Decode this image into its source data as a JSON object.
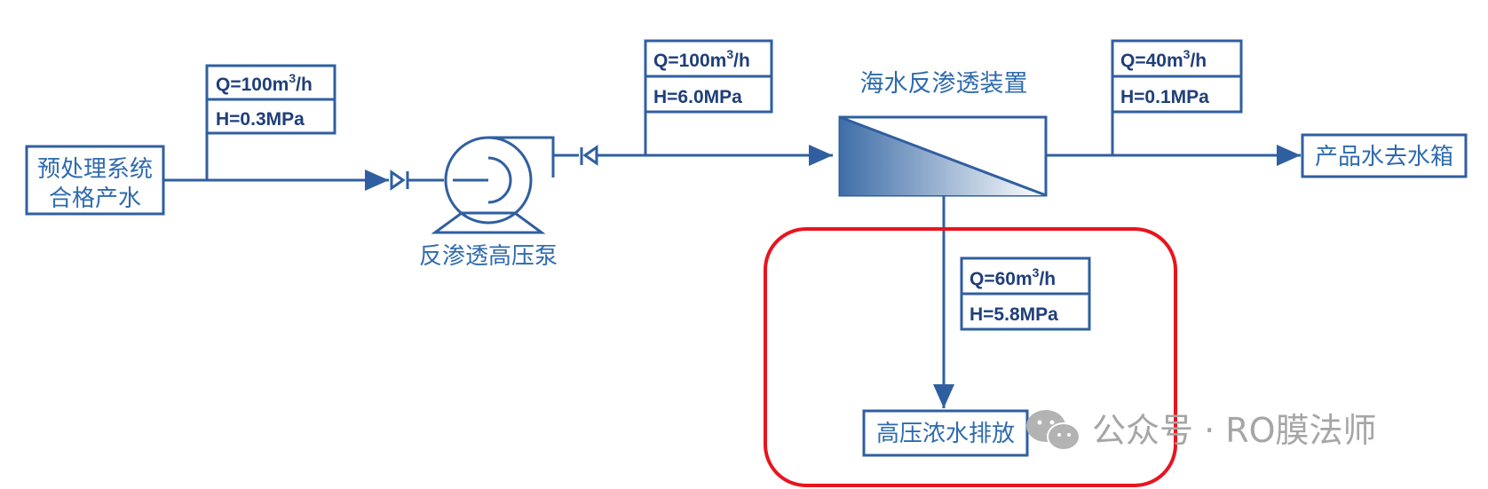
{
  "source": {
    "label_line1": "预处理系统",
    "label_line2": "合格产水",
    "q_prefix": "Q=100m",
    "q_sup": "3",
    "q_suffix": "/h",
    "pressure": "H=0.3MPa"
  },
  "pump": {
    "label": "反渗透高压泵",
    "q_prefix": "Q=100m",
    "q_sup": "3",
    "q_suffix": "/h",
    "pressure": "H=6.0MPa"
  },
  "ro_unit": {
    "label": "海水反渗透装置"
  },
  "product": {
    "label": "产品水去水箱",
    "q_prefix": "Q=40m",
    "q_sup": "3",
    "q_suffix": "/h",
    "pressure": "H=0.1MPa"
  },
  "concentrate": {
    "label": "高压浓水排放",
    "q_prefix": "Q=60m",
    "q_sup": "3",
    "q_suffix": "/h",
    "pressure": "H=5.8MPa"
  },
  "watermark": {
    "text": "公众号 · RO膜法师"
  },
  "colors": {
    "line": "#2f5fa0",
    "text": "#2f6bae",
    "highlight": "#e8141e",
    "watermark": "#a6a6a6"
  }
}
